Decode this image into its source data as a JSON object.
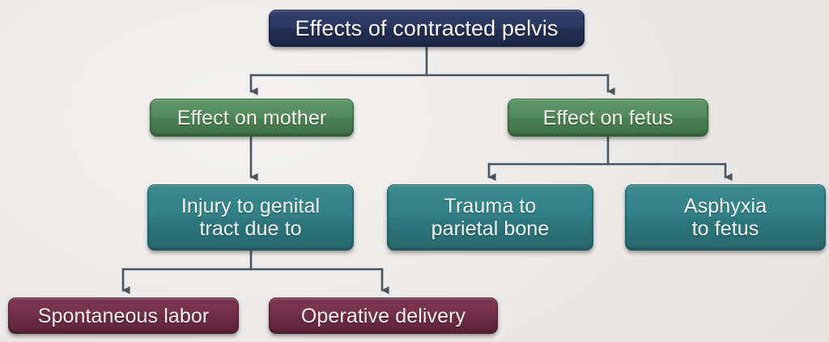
{
  "diagram": {
    "title": "Effects of contracted pelvis",
    "type": "flowchart",
    "background_color": "#eceae8",
    "nodes": [
      {
        "id": "root",
        "label": "Effects of contracted pelvis",
        "level": 0,
        "color": "#2a3760",
        "color_name": "navy"
      },
      {
        "id": "mother",
        "label": "Effect on mother",
        "level": 1,
        "color": "#538a5d",
        "color_name": "green"
      },
      {
        "id": "fetus",
        "label": "Effect on fetus",
        "level": 1,
        "color": "#538a5d",
        "color_name": "green"
      },
      {
        "id": "injury",
        "label": "Injury to genital\ntract due to",
        "level": 2,
        "color": "#318086",
        "color_name": "teal"
      },
      {
        "id": "trauma",
        "label": "Trauma to\nparietal bone",
        "level": 2,
        "color": "#318086",
        "color_name": "teal"
      },
      {
        "id": "asphyxia",
        "label": "Asphyxia\nto fetus",
        "level": 2,
        "color": "#318086",
        "color_name": "teal"
      },
      {
        "id": "spontaneous",
        "label": "Spontaneous labor",
        "level": 3,
        "color": "#74304a",
        "color_name": "maroon"
      },
      {
        "id": "operative",
        "label": "Operative delivery",
        "level": 3,
        "color": "#74304a",
        "color_name": "maroon"
      }
    ],
    "edges": [
      {
        "from": "root",
        "to": "mother",
        "style": "elbow-arrow"
      },
      {
        "from": "root",
        "to": "fetus",
        "style": "elbow-arrow"
      },
      {
        "from": "mother",
        "to": "injury",
        "style": "straight-arrow"
      },
      {
        "from": "fetus",
        "to": "trauma",
        "style": "elbow-arrow"
      },
      {
        "from": "fetus",
        "to": "asphyxia",
        "style": "elbow-arrow"
      },
      {
        "from": "injury",
        "to": "spontaneous",
        "style": "elbow-arrow"
      },
      {
        "from": "injury",
        "to": "operative",
        "style": "elbow-arrow"
      }
    ],
    "edge_color": "#4a5560"
  }
}
